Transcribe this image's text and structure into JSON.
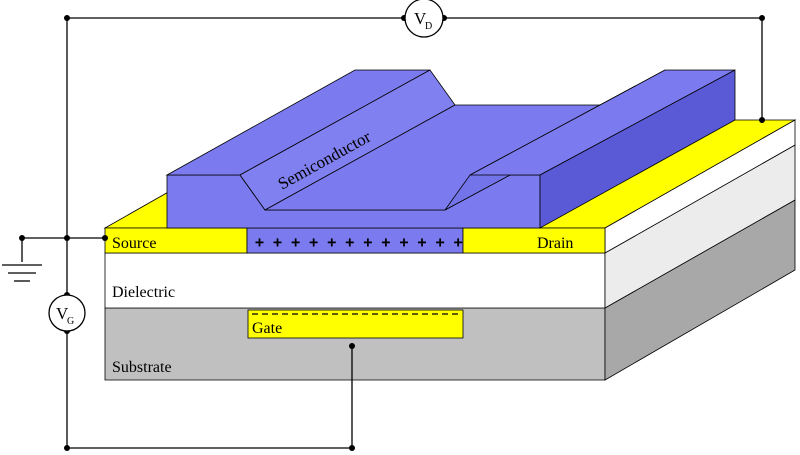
{
  "diagram": {
    "labels": {
      "semiconductor": "Semiconductor",
      "source": "Source",
      "drain": "Drain",
      "dielectric": "Dielectric",
      "gate": "Gate",
      "substrate": "Substrate",
      "charges": "+ + + + + + + + + + + +"
    },
    "meters": {
      "drain_voltage": {
        "letter": "V",
        "subscript": "D"
      },
      "gate_voltage": {
        "letter": "V",
        "subscript": "G"
      }
    },
    "colors": {
      "semiconductor": "#7b7bef",
      "semiconductor_side": "#5a5ad6",
      "electrode": "#ffff00",
      "electrode_side": "#d8d800",
      "dielectric": "#ffffff",
      "dielectric_side": "#e8e8e8",
      "substrate": "#c0c0c0",
      "substrate_side": "#a8a8a8",
      "wire": "#000000"
    }
  }
}
